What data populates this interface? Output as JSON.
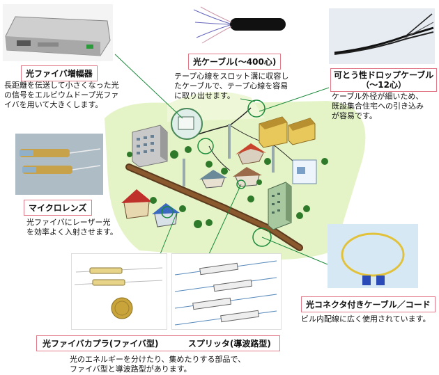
{
  "labels": {
    "amplifier": "光ファイバ増幅器",
    "cable": "光ケーブル(～400心)",
    "drop": "可とう性ドロップケーブル",
    "drop_sub": "（～12心）",
    "microlens": "マイクロレンズ",
    "connector": "光コネクタ付きケーブル／コード",
    "coupler": "光ファイバカプラ(ファイバ型)",
    "splitter": "スプリッタ(導波路型)"
  },
  "descriptions": {
    "amplifier": [
      "長距離を伝送して小さくなった光",
      "の信号をエルビウムドープ光ファ",
      "イバを用いて大きくします。"
    ],
    "cable": [
      "テープ心線をスロット溝に収容し",
      "たケーブルで、テープ心線を容易",
      "に取り出せます。"
    ],
    "drop": [
      "ケーブル外径が細いため、",
      "既設集合住宅への引き込み",
      "が容易です。"
    ],
    "microlens": [
      "光ファイバにレーザー光",
      "を効率よく入射させます。"
    ],
    "connector": [
      "ビル内配線に広く使用されています。"
    ],
    "coupler_splitter": [
      "光のエネルギーを分けたり、集めたりする部品で、",
      "ファイバ型と導波路型があります。"
    ]
  },
  "colors": {
    "label_border": "#e07a88",
    "leader_line": "#1a8a3a",
    "scene_ground": "#dff0b8"
  }
}
